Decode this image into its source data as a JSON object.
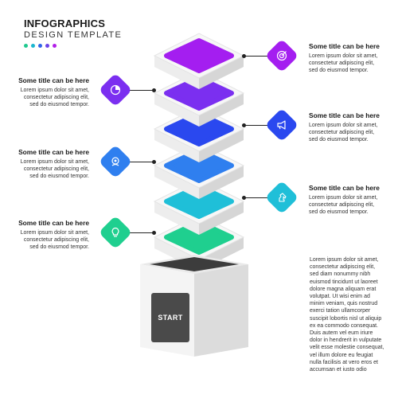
{
  "header": {
    "title": "INFOGRAPHICS",
    "subtitle": "DESIGN TEMPLATE",
    "dot_colors": [
      "#1fc98f",
      "#1ab6cf",
      "#2f63e8",
      "#6b43e8",
      "#b21ee8"
    ]
  },
  "block": {
    "label": "START"
  },
  "steps": [
    {
      "side": "right",
      "color": "#a41ef0",
      "icon": "target-icon",
      "title": "Some title can be here",
      "body": "Lorem ipsum dolor sit amet, consectetur adipiscing elit, sed do eiusmod tempor."
    },
    {
      "side": "left",
      "color": "#7b2ff0",
      "icon": "pie-chart-icon",
      "title": "Some title can be here",
      "body": "Lorem ipsum dolor sit amet, consectetur adipiscing elit, sed do eiusmod tempor."
    },
    {
      "side": "right",
      "color": "#2a48ef",
      "icon": "megaphone-icon",
      "title": "Some title can be here",
      "body": "Lorem ipsum dolor sit amet, consectetur adipiscing elit, sed do eiusmod tempor."
    },
    {
      "side": "left",
      "color": "#2f7fef",
      "icon": "gear-head-icon",
      "title": "Some title can be here",
      "body": "Lorem ipsum dolor sit amet, consectetur adipiscing elit, sed do eiusmod tempor."
    },
    {
      "side": "right",
      "color": "#1fbfd8",
      "icon": "chess-knight-icon",
      "title": "Some title can be here",
      "body": "Lorem ipsum dolor sit amet, consectetur adipiscing elit, sed do eiusmod tempor."
    },
    {
      "side": "left",
      "color": "#1fcf8f",
      "icon": "lightbulb-icon",
      "title": "Some title can be here",
      "body": "Lorem ipsum dolor sit amet, consectetur adipiscing elit, sed do eiusmod tempor."
    }
  ],
  "paragraph": "Lorem ipsum dolor sit amet, consectetur adipiscing elit, sed diam nonummy nibh euismod tincidunt ut laoreet dolore magna aliquam erat volutpat. Ut wisi enim ad minim veniam, quis nostrud exerci tation ullamcorper suscipit lobortis nisl ut aliquip ex ea commodo consequat. Duis autem vel eum iriure dolor in hendrerit in vulputate velit esse molestie consequat, vel illum dolore eu feugiat nulla facilisis at vero eros et accumsan et iusto odio"
}
